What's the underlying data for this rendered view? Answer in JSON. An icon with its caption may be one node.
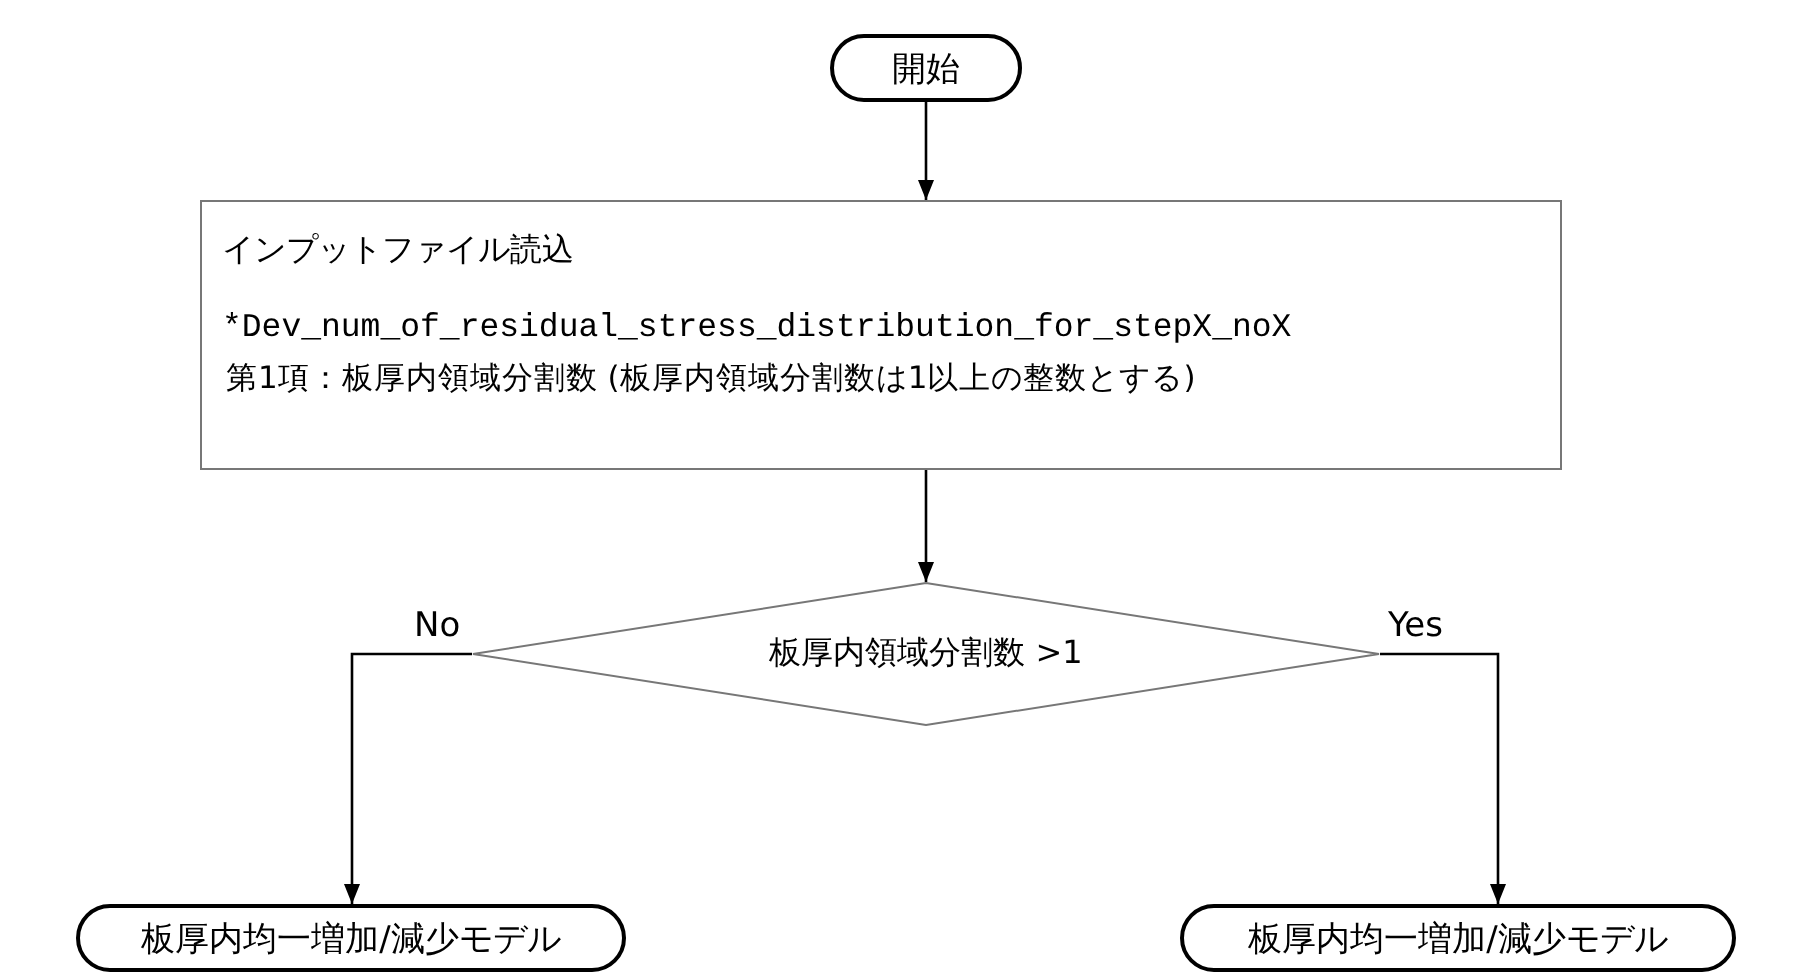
{
  "diagram": {
    "nodes": [
      {
        "text": [
          "開始"
        ]
      },
      {
        "text": [
          "インプットファイル読込",
          "*Dev_num_of_residual_stress_distribution_for_stepX_noX",
          "第1項：板厚内領域分割数 (板厚内領域分割数は1以上の整数とする)"
        ]
      },
      {
        "text": [
          "板厚内領域分割数 >1"
        ]
      },
      {
        "text": [
          "板厚内均一増加/減少モデル"
        ]
      },
      {
        "text": [
          "板厚内均一増加/減少モデル"
        ]
      }
    ],
    "edges": [
      {
        "from": 0,
        "to": 1,
        "arrow": "to"
      },
      {
        "from": 1,
        "to": 2,
        "arrow": "to"
      },
      {
        "from": 2,
        "to": 3,
        "arrow": "to",
        "label": "No"
      },
      {
        "from": 2,
        "to": 4,
        "arrow": "to",
        "label": "Yes"
      }
    ]
  }
}
